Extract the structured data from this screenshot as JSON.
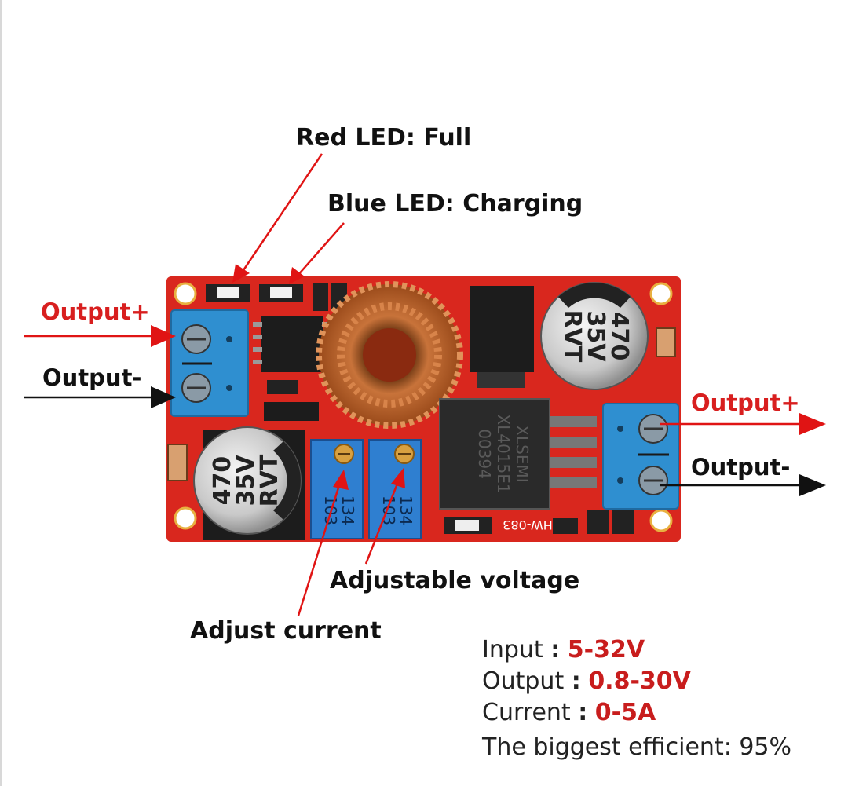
{
  "colors": {
    "board": "#d9271e",
    "terminal": "#2f8fd0",
    "arrow_red": "#e01414",
    "arrow_black": "#111111",
    "value_red": "#c81d1d"
  },
  "labels": {
    "red_led": "Red LED: Full",
    "blue_led": "Blue LED: Charging",
    "left_output_plus": "Output+",
    "left_output_minus": "Output-",
    "right_output_plus": "Output+",
    "right_output_minus": "Output-",
    "adjustable_voltage": "Adjustable voltage",
    "adjust_current": "Adjust current"
  },
  "component_text": {
    "cap1_line1": "470",
    "cap1_line2": "35V",
    "cap1_line3": "RVT",
    "cap2_line1": "470",
    "cap2_line2": "35V",
    "cap2_line3": "RVT",
    "pot1_line1": "134",
    "pot1_line2": "103",
    "pot2_line1": "134",
    "pot2_line2": "103",
    "ic_line1": "XLSEMI",
    "ic_line2": "XL4015E1",
    "ic_line3": "00394",
    "board_id": "HW-083"
  },
  "specs": {
    "input_label": "Input",
    "input_value": "5-32V",
    "output_label": "Output",
    "output_value": "0.8-30V",
    "current_label": "Current",
    "current_value": "0-5A",
    "efficiency": "The biggest efficient: 95%",
    "separator": ":"
  }
}
